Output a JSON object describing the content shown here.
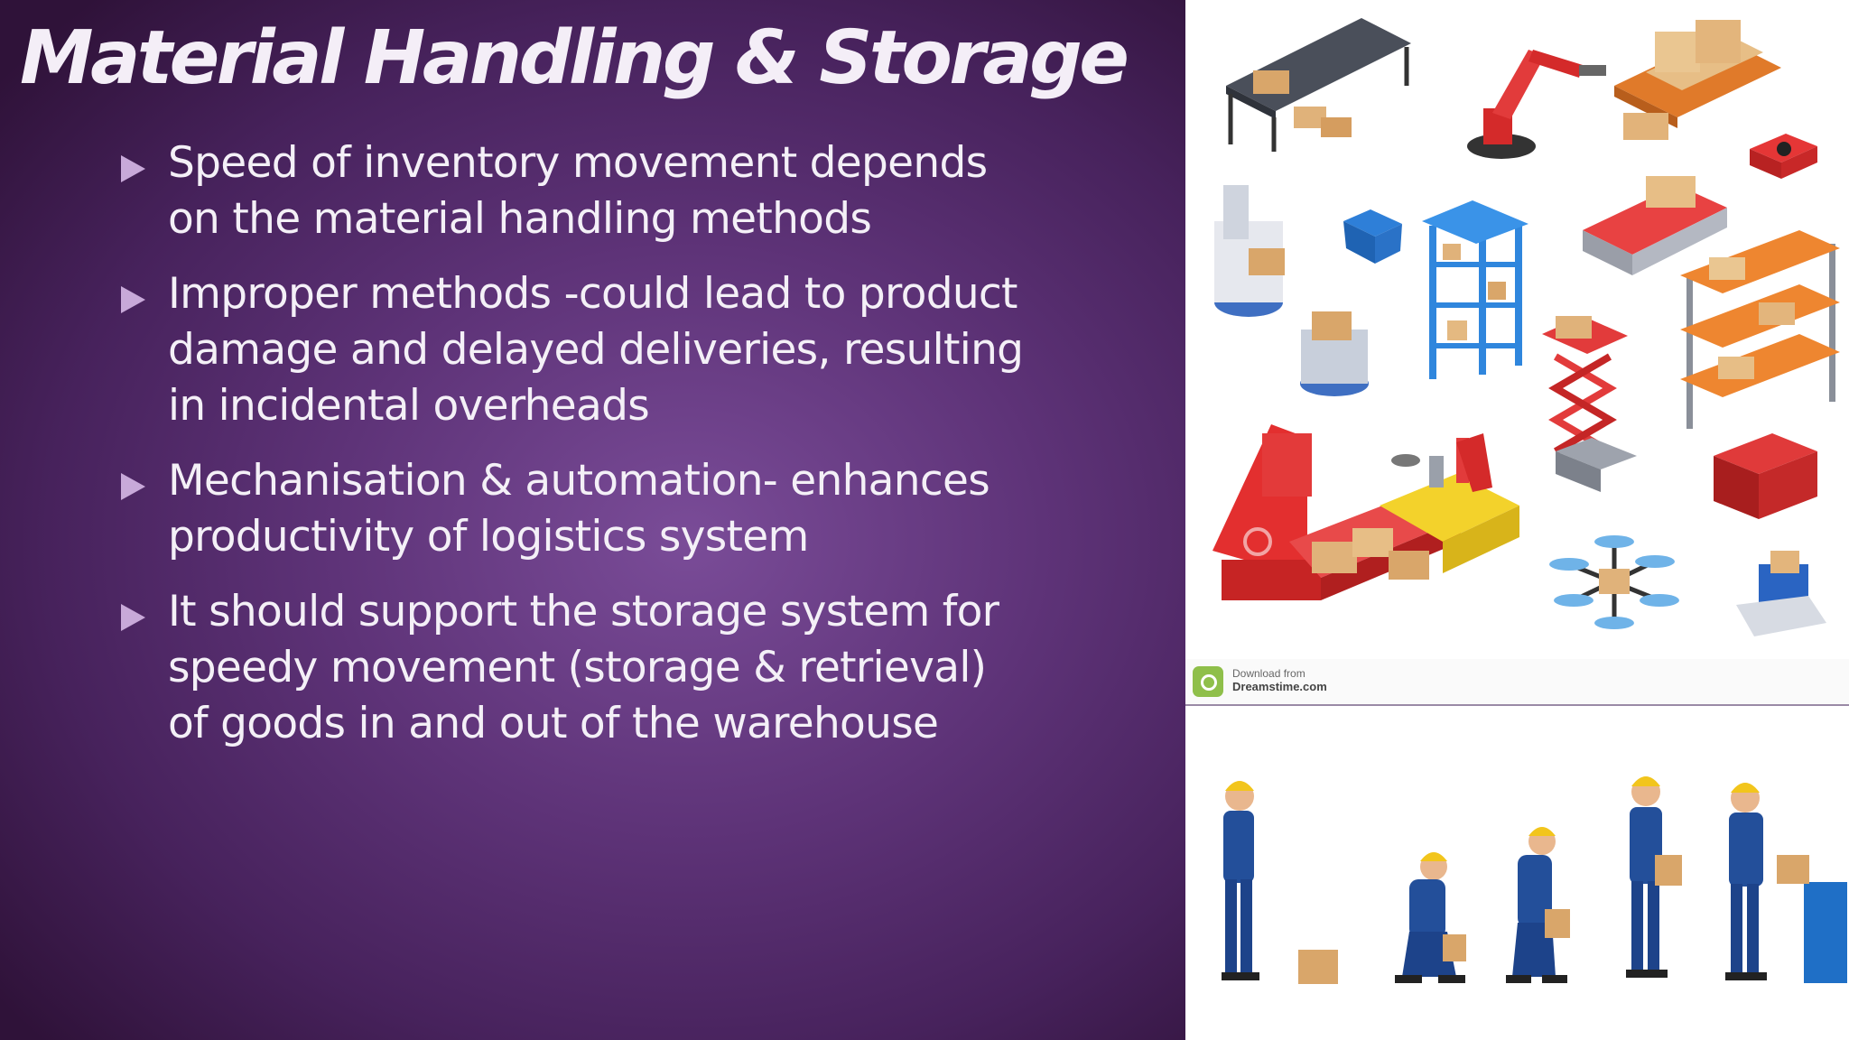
{
  "slide": {
    "title": "Material Handling & Storage",
    "bullets": [
      "Speed of inventory movement depends on the material handling methods",
      "Improper methods -could lead to product damage and delayed deliveries, resulting in incidental overheads",
      "Mechanisation & automation-  enhances productivity of logistics system",
      "It should support the storage system for speedy movement (storage & retrieval) of goods in and out of the warehouse"
    ],
    "bullet_icon": "triangle-right-icon"
  },
  "images": {
    "watermark_line1": "Download from",
    "watermark_line2": "Dreamstime.com"
  },
  "colors": {
    "background": "#5e3378",
    "title": "#f4eef7",
    "bullet_marker": "#c8a9d9",
    "text": "#f4f0f7"
  }
}
